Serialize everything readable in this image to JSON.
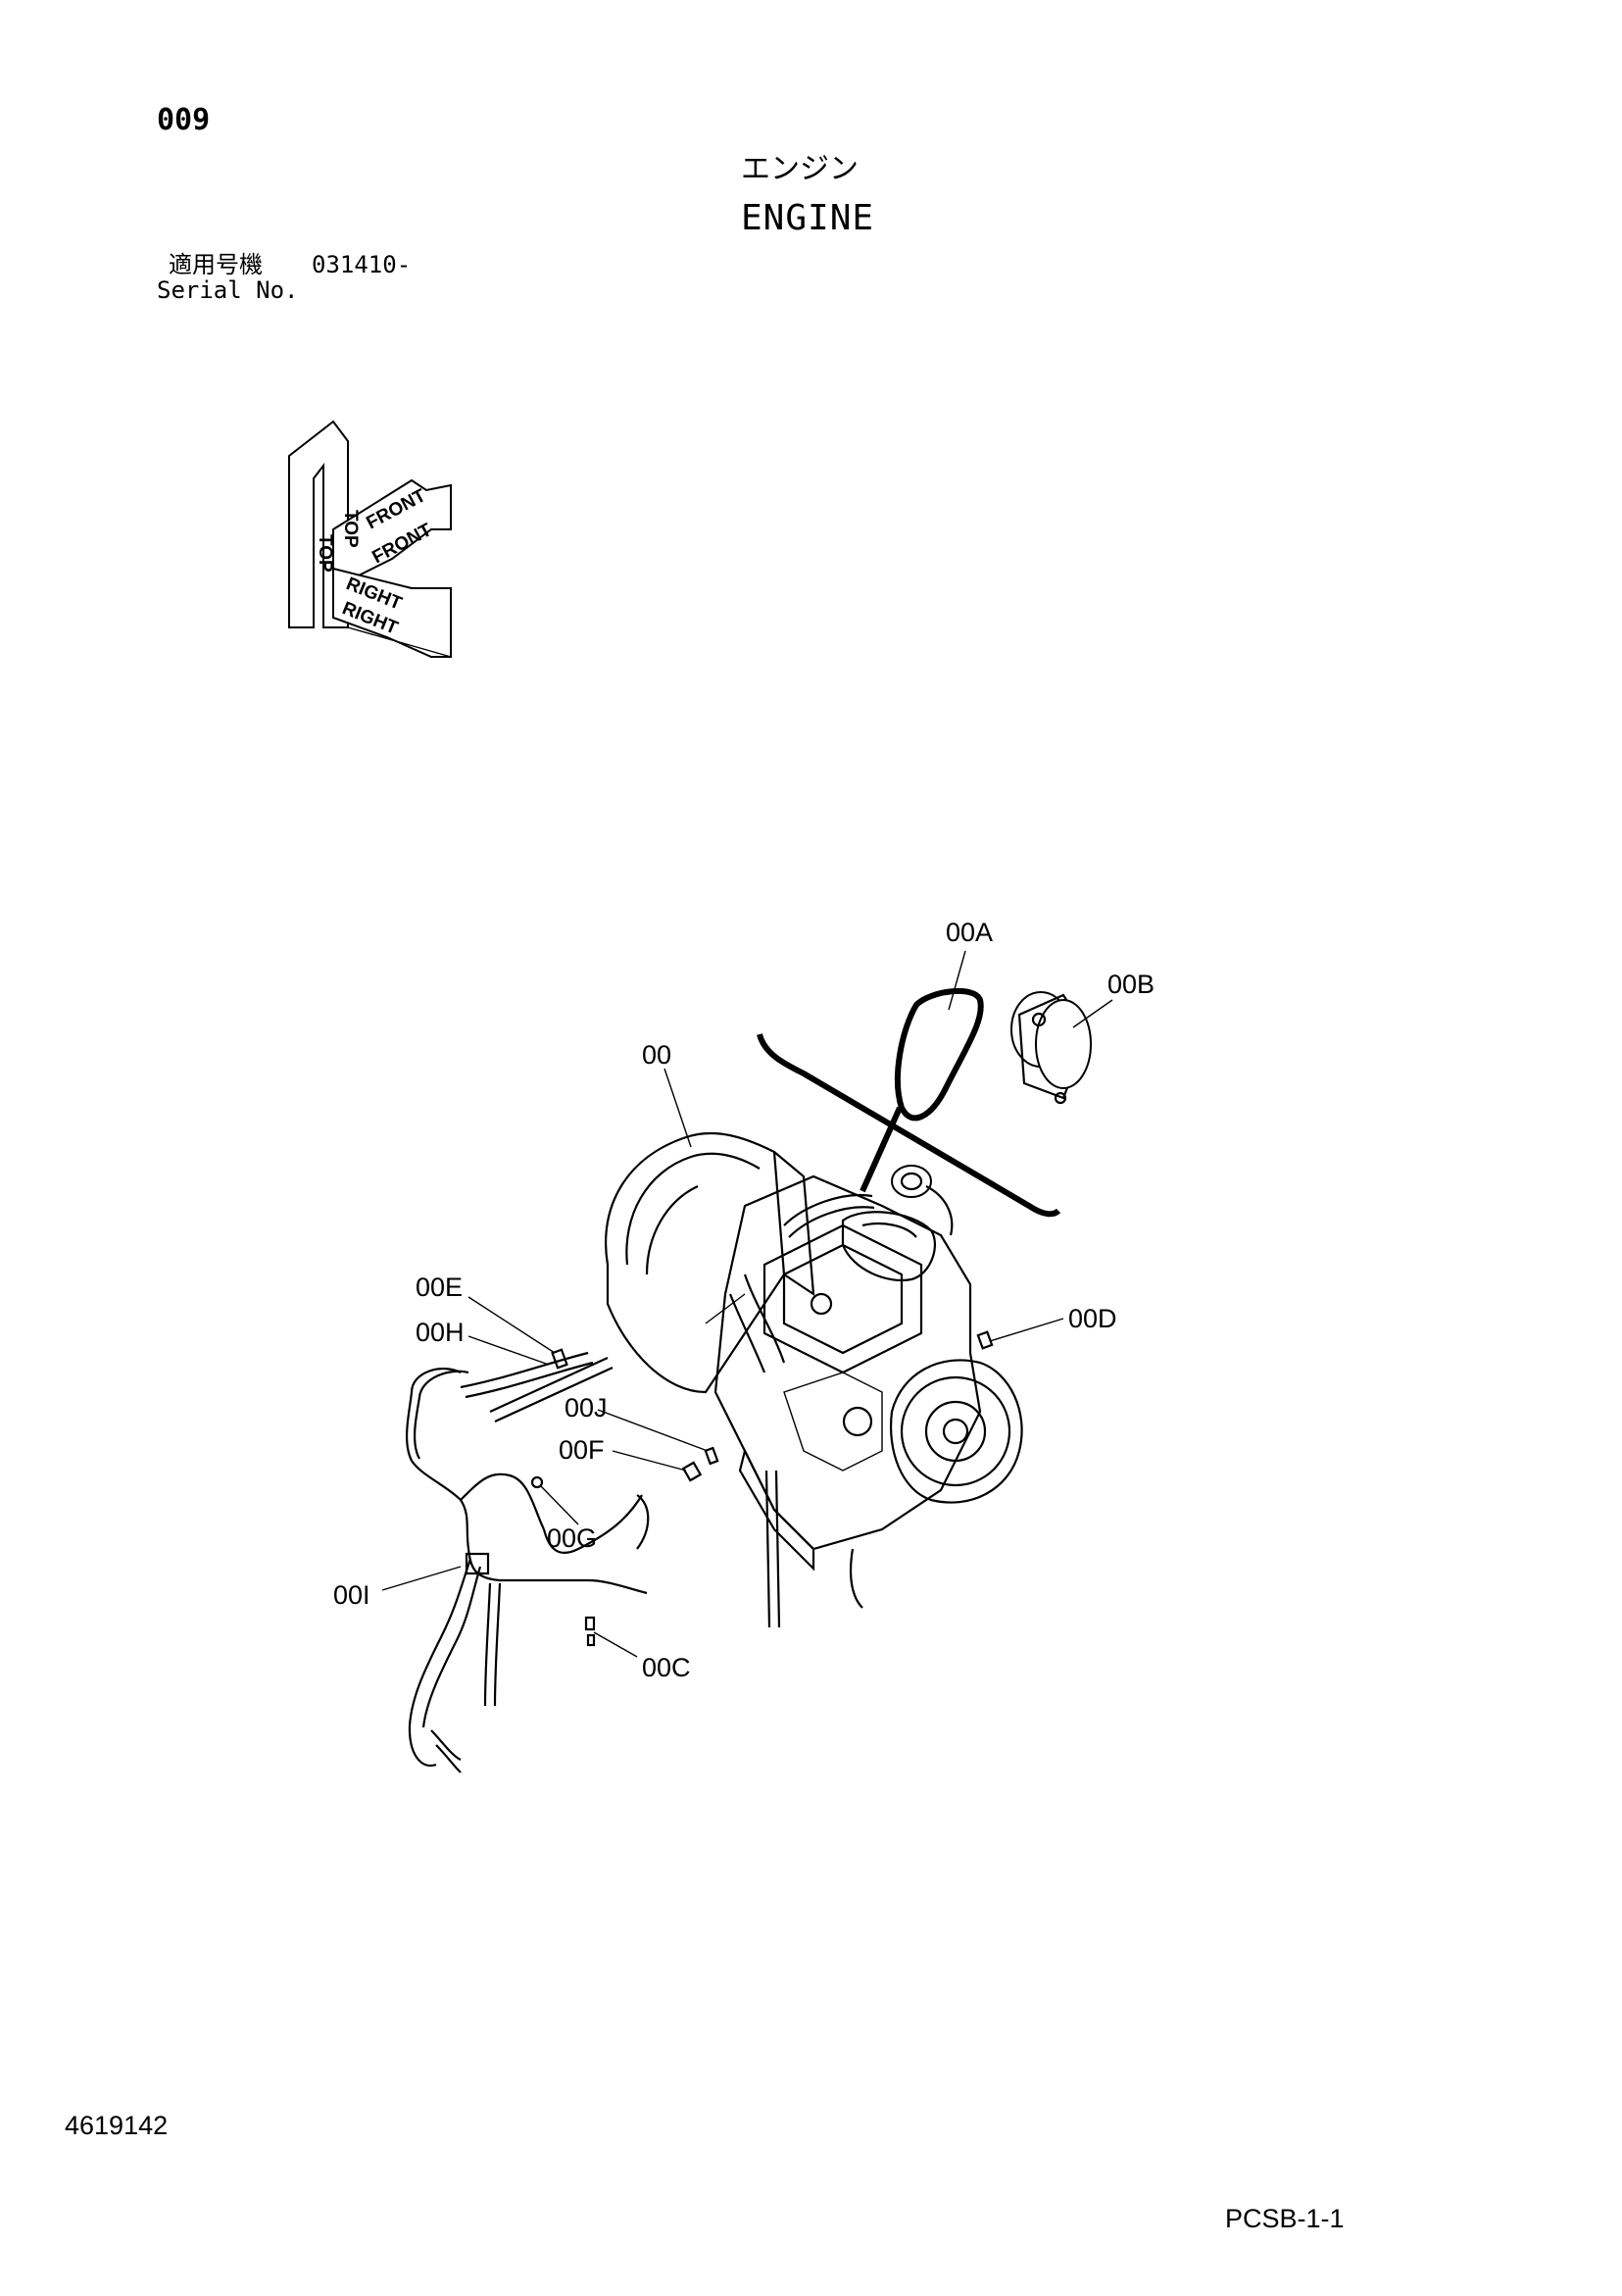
{
  "page_number": "009",
  "title_jp": "エンジン",
  "title_en": "ENGINE",
  "serial": {
    "label_jp": "適用号機",
    "range": "031410-",
    "label_en": "Serial No."
  },
  "orientation": {
    "top": "TOP",
    "front": "FRONT",
    "right": "RIGHT"
  },
  "callouts": {
    "c00": "00",
    "c00A": "00A",
    "c00B": "00B",
    "c00C": "00C",
    "c00D": "00D",
    "c00E": "00E",
    "c00F": "00F",
    "c00G": "00G",
    "c00H": "00H",
    "c00I": "00I",
    "c00J": "00J"
  },
  "document_number": "4619142",
  "page_code": "PCSB-1-1"
}
